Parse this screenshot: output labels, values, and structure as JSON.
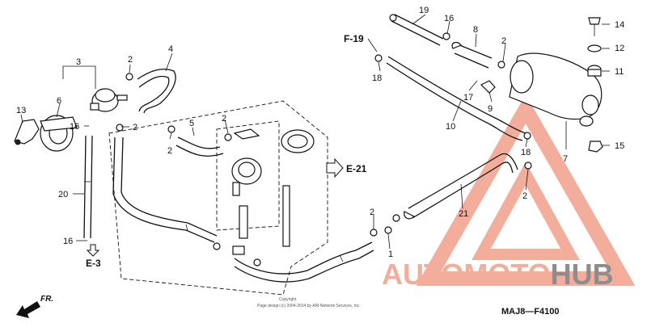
{
  "callouts": [
    "1",
    "2",
    "3",
    "4",
    "5",
    "6",
    "7",
    "8",
    "9",
    "10",
    "11",
    "12",
    "13",
    "14",
    "15",
    "16",
    "17",
    "18",
    "19",
    "20",
    "21"
  ],
  "refs": {
    "f19": "F-19",
    "e21": "E-21",
    "e3": "E-3"
  },
  "direction": "FR.",
  "copyright": {
    "line1": "Copyright",
    "line2": "Page design (c) 2004-2014 by ARI Network Services, Inc."
  },
  "diagram_code": "MAJ8—F4100",
  "watermark": {
    "part1": "AUTOMOTO",
    "part2": "HUB"
  },
  "colors": {
    "line": "#111111",
    "watermark_red": "#f2a08a",
    "watermark_gray": "#7a7a7a"
  }
}
